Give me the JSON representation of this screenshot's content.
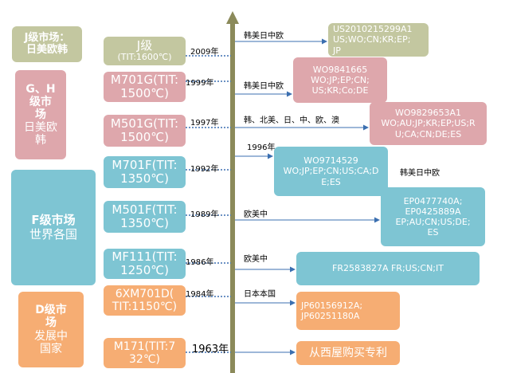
{
  "colors": {
    "j_class": "#c3c7a0",
    "gh_class": "#dea7ac",
    "f_class": "#7ec5d3",
    "d_class": "#f6ad73",
    "timeline": "#8b8a5a",
    "connector": "#3b6fb0"
  },
  "categories": {
    "j": [
      "J级市场：",
      "日美欧韩"
    ],
    "gh": [
      "G、H",
      "级市",
      "场",
      "日美欧",
      "韩"
    ],
    "f": [
      "F级市场",
      "世界各国"
    ],
    "d": [
      "D级市",
      "场",
      "发展中",
      "国家"
    ]
  },
  "models": {
    "j": {
      "line1": "J级",
      "line2": "(TIT:1600℃)"
    },
    "m701g": {
      "line1": "M701G(TIT:",
      "line2": "1500℃)"
    },
    "m501g": {
      "line1": "M501G(TIT:",
      "line2": "1500℃)"
    },
    "m701f": {
      "line1": "M701F(TIT:",
      "line2": "1350℃)"
    },
    "m501f": {
      "line1": "M501F(TIT:",
      "line2": "1350℃)"
    },
    "mf111": {
      "line1": "MF111(TIT:",
      "line2": "1250℃)"
    },
    "x6m701d": {
      "line1": "6XM701D(",
      "line2": "TIT:1150℃)"
    },
    "m171": {
      "line1": "M171(TIT:7",
      "line2": "32℃)"
    }
  },
  "years": {
    "y2009": "2009年",
    "y1999": "1999年",
    "y1997": "1997年",
    "y1992": "1992年",
    "y1996": "1996年",
    "y1989": "1989年",
    "y1986": "1986年",
    "y1984": "1984年",
    "y1963": "1963年"
  },
  "regions": {
    "r2009": "韩美日中欧",
    "r1999": "韩美日中欧",
    "r1997": "韩、北美、日、中、欧、澳",
    "r1992": "韩美日中欧",
    "r1989": "欧美中",
    "r1986": "欧美中",
    "r1984": "日本本国"
  },
  "patents": {
    "p1": [
      "US2010215299A1",
      "US;WO;CN;KR;EP;",
      "JP"
    ],
    "p2": [
      "WO9841665",
      "WO;JP;EP;CN;",
      "US;KR;Co;DE"
    ],
    "p3": [
      "WO9829653A1",
      "WO;AU;JP;KR;EP;US;R",
      "U;CA;CN;DE;ES"
    ],
    "p4": [
      "WO9714529",
      "WO;JP;EP;CN;US;CA;D",
      "E;ES"
    ],
    "p5": [
      "EP0477740A;",
      "EP0425889A",
      "EP;AU;CN;US;DE;",
      "ES"
    ],
    "p6": [
      "FR2583827A FR;US;CN;IT"
    ],
    "p7": [
      "JP60156912A;",
      "JP60251180A"
    ],
    "p8": [
      "从西屋购买专利"
    ]
  }
}
